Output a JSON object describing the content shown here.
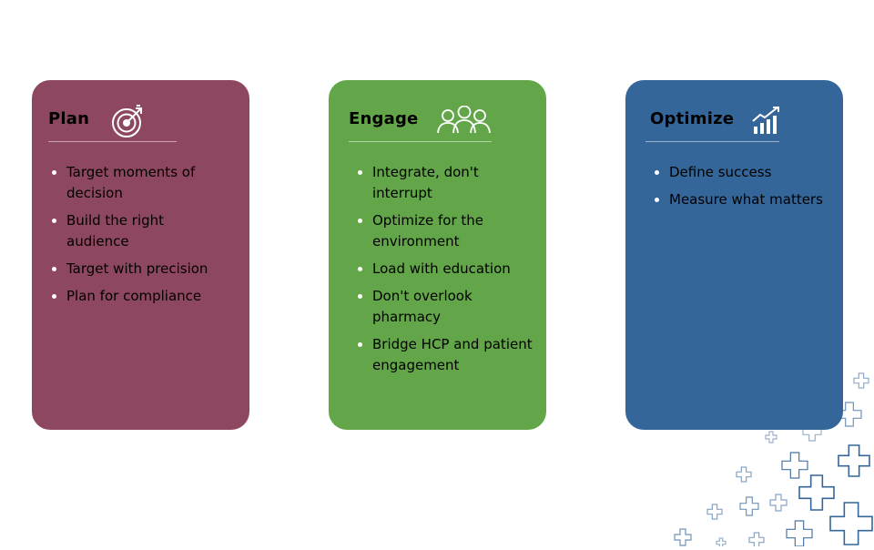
{
  "cards": [
    {
      "title": "Plan",
      "icon": "target-icon",
      "color": "#8e4760",
      "items": [
        "Target moments of decision",
        "Build the right audience",
        "Target with precision",
        "Plan for compliance"
      ]
    },
    {
      "title": "Engage",
      "icon": "people-group-icon",
      "color": "#63a64a",
      "items": [
        "Integrate, don't interrupt",
        "Optimize for the environment",
        "Load with education",
        "Don't overlook pharmacy",
        "Bridge HCP and patient engagement"
      ]
    },
    {
      "title": "Optimize",
      "icon": "growth-chart-icon",
      "color": "#356699",
      "items": [
        "Define success",
        "Measure what matters"
      ]
    }
  ],
  "decoration": {
    "icon": "medical-cross-pattern",
    "color": "#356699"
  }
}
